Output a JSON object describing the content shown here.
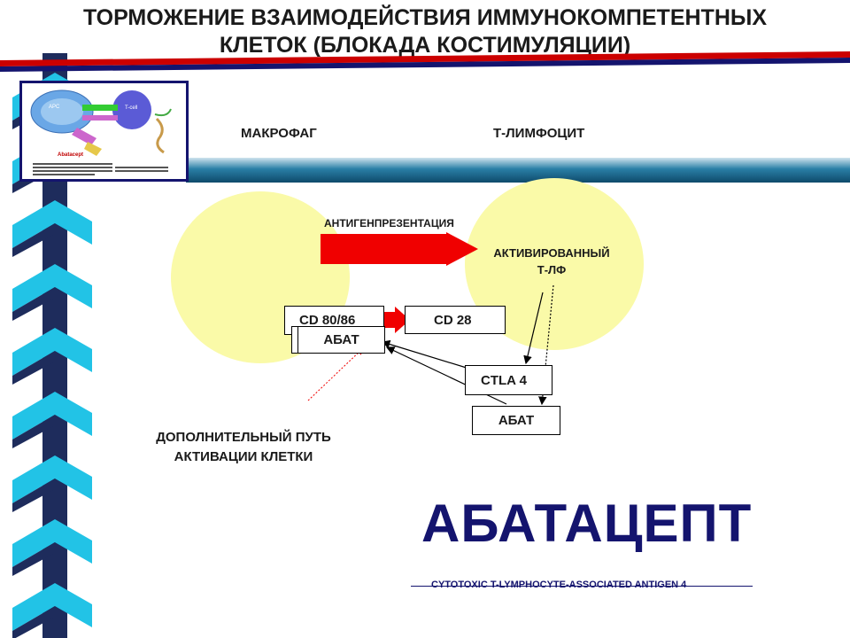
{
  "slide": {
    "title_line1": "ТОРМОЖЕНИЕ ВЗАИМОДЕЙСТВИЯ ИММУНОКОМПЕТЕНТНЫХ",
    "title_line2": "КЛЕТОК (БЛОКАДА КОСТИМУЛЯЦИИ)"
  },
  "thumbnail": {
    "apc": "APC",
    "tcell": "T-cell",
    "drug": "Abatacept"
  },
  "labels": {
    "macrophage": "МАКРОФАГ",
    "t_lymphocyte": "Т-ЛИМФОЦИТ",
    "antigen_presentation": "АНТИГЕНПРЕЗЕНТАЦИЯ",
    "activated_line1": "АКТИВИРОВАННЫЙ",
    "activated_line2": "Т-ЛФ",
    "additional_line1": "ДОПОЛНИТЕЛЬНЫЙ ПУТЬ",
    "additional_line2": "АКТИВАЦИИ КЛЕТКИ"
  },
  "boxes": {
    "cd80": "CD 80/86",
    "cd28": "CD 28",
    "abat1": "АБАТ",
    "ctla4": "CTLA 4",
    "abat2": "АБАТ"
  },
  "headline": "АБАТАЦЕПТ",
  "footnote": "CYTOTOXIC T-LYMPHOCYTE-ASSOCIATED ANTIGEN 4",
  "colors": {
    "cell_fill": "#fafaa8",
    "arrow_red": "#f00000",
    "stripe_red": "#cc0000",
    "stripe_navy": "#14146e",
    "chain_cyan": "#22c3e6",
    "chain_navy": "#1e2c5c"
  }
}
